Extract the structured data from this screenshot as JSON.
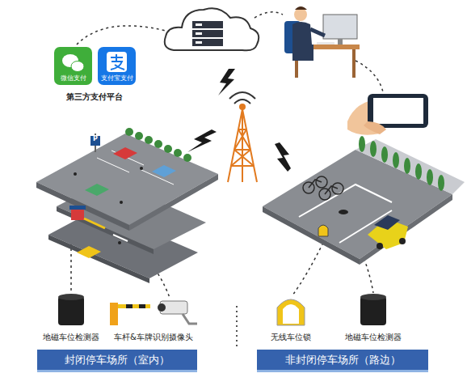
{
  "diagram": {
    "nodes": [
      {
        "text": [
          "微信支付"
        ]
      },
      {
        "text": [
          "支付宝支付"
        ]
      },
      {
        "text": [
          "封闭停车场所（室内）"
        ]
      },
      {
        "text": [
          "非封闭停车场所（路边）"
        ]
      }
    ],
    "labels": [
      "第三方支付平台",
      "P",
      "地磁车位检测器",
      "车杆&车牌识别摄像头",
      "无线车位锁",
      "地磁车位检测器"
    ]
  }
}
